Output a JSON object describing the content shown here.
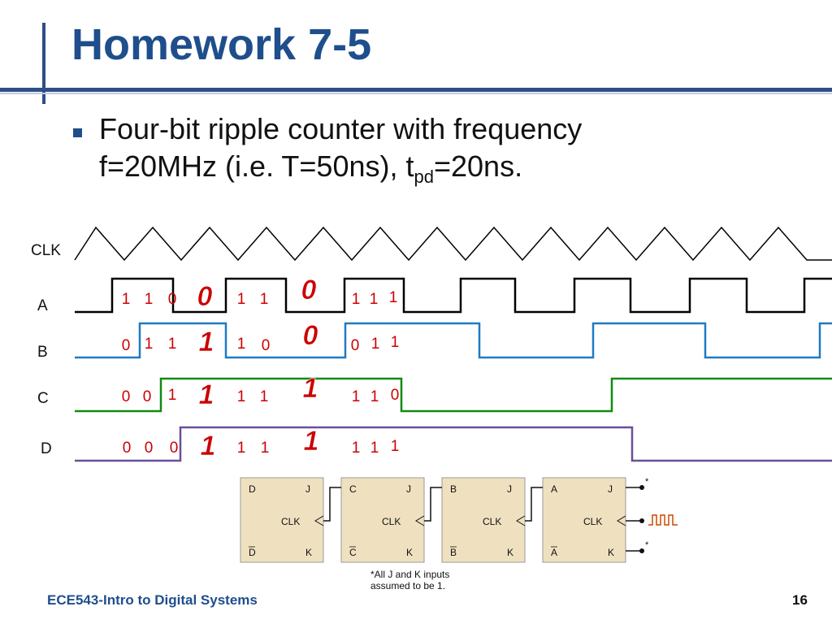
{
  "slide": {
    "title": "Homework 7-5",
    "bullet_line1": "Four-bit ripple counter with frequency",
    "bullet_line2_a": "f=20MHz (i.e. T=50ns), t",
    "bullet_line2_sub": "pd",
    "bullet_line2_b": "=20ns.",
    "footer": "ECE543-Intro to Digital Systems",
    "page_number": "16"
  },
  "timing": {
    "signals": [
      {
        "label": "CLK",
        "color": "#000000"
      },
      {
        "label": "A",
        "color": "#000000"
      },
      {
        "label": "B",
        "color": "#1f7ac4"
      },
      {
        "label": "C",
        "color": "#128a12"
      },
      {
        "label": "D",
        "color": "#6a4f9a"
      }
    ],
    "annotations": {
      "A": [
        "1",
        "1",
        "0",
        "0",
        "1",
        "1",
        "0",
        "1",
        "1",
        "1"
      ],
      "B": [
        "0",
        "1",
        "1",
        "1",
        "1",
        "0",
        "0",
        "0",
        "1",
        "1"
      ],
      "C": [
        "0",
        "0",
        "1",
        "1",
        "1",
        "1",
        "1",
        "1",
        "1",
        "0"
      ],
      "D": [
        "0",
        "0",
        "0",
        "1",
        "1",
        "1",
        "1",
        "1",
        "1",
        "1"
      ]
    },
    "annotation_color": "#cc0000"
  },
  "circuit": {
    "flipflops": [
      {
        "q": "D",
        "qbar": "D",
        "j": "J",
        "k": "K",
        "clk": "CLK"
      },
      {
        "q": "C",
        "qbar": "C",
        "j": "J",
        "k": "K",
        "clk": "CLK"
      },
      {
        "q": "B",
        "qbar": "B",
        "j": "J",
        "k": "K",
        "clk": "CLK"
      },
      {
        "q": "A",
        "qbar": "A",
        "j": "J",
        "k": "K",
        "clk": "CLK"
      }
    ],
    "note_line1": "*All J and K inputs",
    "note_line2": "assumed to be 1.",
    "input_marker": "*",
    "box_color": "#efe1bf"
  }
}
